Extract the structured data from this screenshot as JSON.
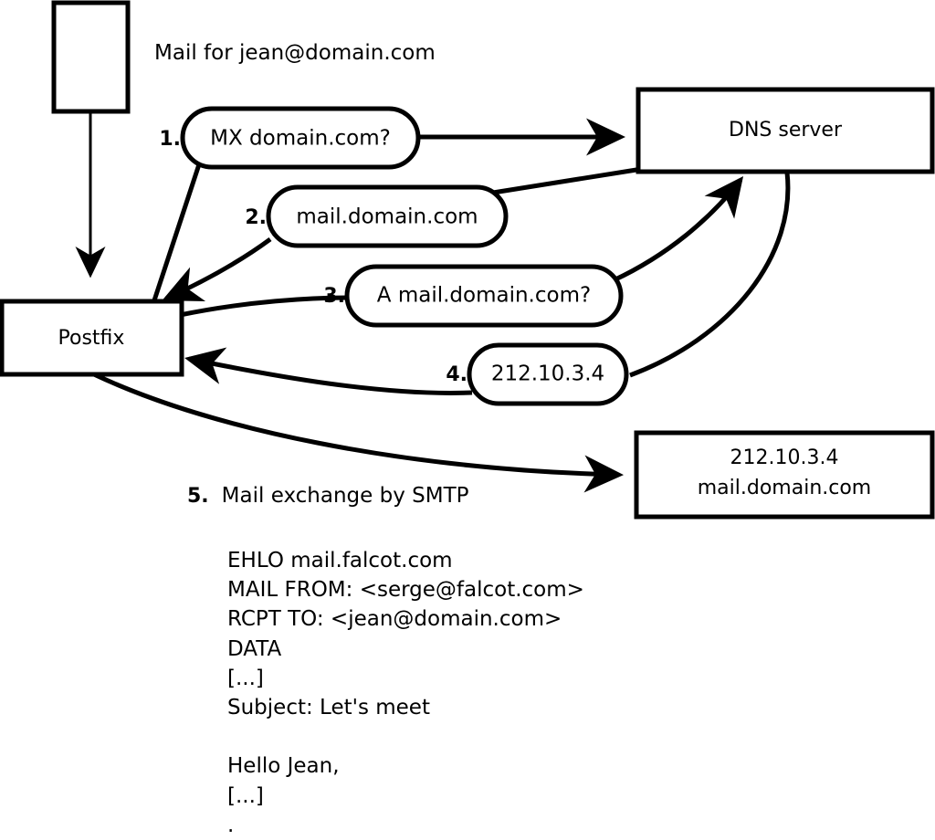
{
  "diagram": {
    "title_note": "Mail for jean@domain.com",
    "nodes": [
      {
        "id": "client",
        "label": "",
        "kind": "rect-empty"
      },
      {
        "id": "postfix",
        "label": "Postfix",
        "kind": "rect"
      },
      {
        "id": "dns",
        "label": "DNS server",
        "kind": "rect"
      },
      {
        "id": "mailserver",
        "label_line1": "212.10.3.4",
        "label_line2": "mail.domain.com",
        "kind": "rect"
      }
    ],
    "messages": [
      {
        "step": "1.",
        "label": "MX domain.com?"
      },
      {
        "step": "2.",
        "label": "mail.domain.com"
      },
      {
        "step": "3.",
        "label": "A mail.domain.com?"
      },
      {
        "step": "4.",
        "label": "212.10.3.4"
      }
    ],
    "step5": {
      "num": "5.",
      "label": "Mail exchange by SMTP"
    },
    "transcript": [
      "EHLO mail.falcot.com",
      "MAIL FROM: <serge@falcot.com>",
      "RCPT TO: <jean@domain.com>",
      "DATA",
      "[...]",
      "Subject: Let's meet",
      "",
      "Hello Jean,",
      "[...]",
      "."
    ]
  }
}
